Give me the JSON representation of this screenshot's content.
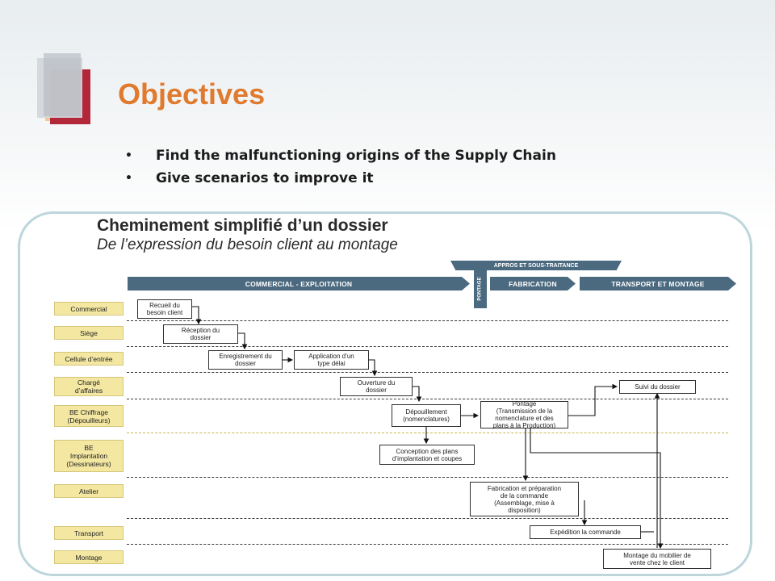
{
  "slide": {
    "title": "Objectives",
    "bullets": [
      "Find the malfunctioning origins of the Supply Chain",
      "Give scenarios to improve it"
    ],
    "bullet_glyph": "•",
    "accent_color": "#e07a2e"
  },
  "diagram": {
    "title": "Cheminement simplifié d’un dossier",
    "subtitle": "De l’expression du besoin client au montage",
    "phases": {
      "commercial": "COMMERCIAL - EXPLOITATION",
      "appros": "APPROS ET SOUS-TRAITANCE",
      "pontage": "PONTAGE",
      "fabrication": "FABRICATION",
      "transport": "TRANSPORT ET MONTAGE"
    },
    "lanes": [
      "Commercial",
      "Siège",
      "Cellule d’entrée",
      "Chargé\nd’affaires",
      "BE Chiffrage\n(Dépouilleurs)",
      "BE\nImplantation\n(Dessinateurs)",
      "Atelier",
      "Transport",
      "Montage"
    ],
    "steps": [
      "Recueil du\nbesoin client",
      "Réception du\ndossier",
      "Enregistrement du\ndossier",
      "Application d’un\ntype délai",
      "Ouverture du\ndossier",
      "Dépouillement\n(nomenclatures)",
      "Conception des plans\nd’implantation et coupes",
      "Pontage\n(Transmission de la\nnomenclature et des\nplans à la Production)",
      "Suivi du dossier",
      "Fabrication et préparation\nde la commande\n(Assemblage, mise à\ndisposition)",
      "Expédition la commande",
      "Montage du mobilier de\nvente chez le client"
    ],
    "colors": {
      "phase_bar": "#4b6a80",
      "lane_label": "#f3e7a2",
      "panel_border": "#bcd6dc"
    }
  }
}
